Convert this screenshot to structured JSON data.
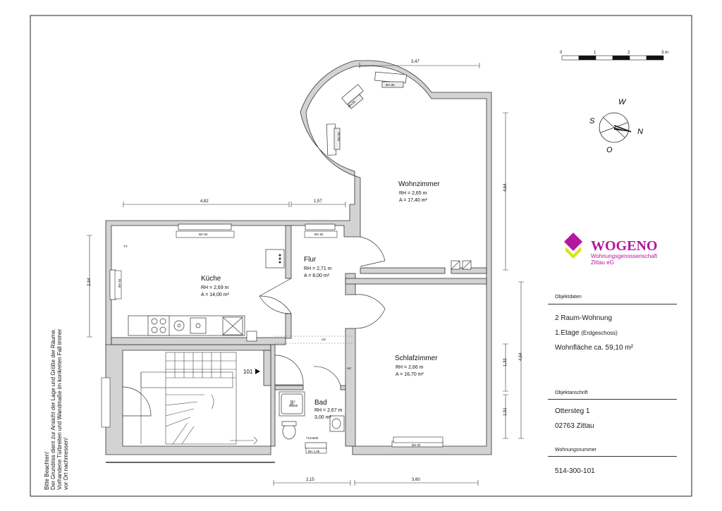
{
  "logo": {
    "brand": "WOGENO",
    "line1": "Wohnungsgenossenschaft",
    "line2": "Zittau eG",
    "primary_color": "#b5179e",
    "accent_color": "#d6e614"
  },
  "scale_bar": {
    "ticks": [
      "0",
      "1",
      "2",
      "3 m"
    ]
  },
  "compass": {
    "w": "W",
    "s": "S",
    "n": "N",
    "o": "O"
  },
  "rooms": {
    "wohnzimmer": {
      "name": "Wohnzimmer",
      "rh": "RH = 2,65 m",
      "area": "A = 17,40 m²"
    },
    "kueche": {
      "name": "Küche",
      "rh": "RH = 2,69 m",
      "area": "A = 14,00 m²"
    },
    "flur": {
      "name": "Flur",
      "rh": "RH = 2,71 m",
      "area": "A = 8,00 m²"
    },
    "schlafzimmer": {
      "name": "Schlafzimmer",
      "rh": "RH = 2,66 m",
      "area": "A = 16,70 m²"
    },
    "bad": {
      "name": "Bad",
      "rh": "RH = 2,67 m",
      "area": "3,00 m²"
    }
  },
  "dimensions": {
    "top_erker": "3,47",
    "top_kueche": "4,82",
    "top_flur": "1,57",
    "left_kueche": "2,94",
    "right_wohn": "4,64",
    "right_schlaf": "4,64",
    "right_schlaf_a": "1,32",
    "right_schlaf_b": "1,51",
    "bottom_bad": "2,15",
    "bottom_schlaf": "3,60"
  },
  "radiators": {
    "kueche_top": "BH 84",
    "flur_top": "BH 82",
    "kueche_left": "BH 84",
    "erker_1": "BH 83",
    "erker_2": "BH 85",
    "erker_3": "BH 85",
    "schlaf_bottom": "BH 82",
    "bad_bottom": "BH 1,06"
  },
  "fixtures": {
    "tv": "TV",
    "uz_1": "UZ",
    "uz_2": "UZ",
    "shower": "DU",
    "shower_size": "80x80",
    "window_size": "714x600",
    "unit_no": "101"
  },
  "note": {
    "line1": "Bitte Beachten!",
    "line2": "Der Grundriss dient zur Ansicht der Lage und Größe der Räume.",
    "line3": "Vorhandene Türbreiten und Wandmaße im konkreten Fall immer",
    "line4": "vor Ort nachmessen!"
  },
  "panel": {
    "objektdaten_label": "Objektdaten",
    "rooms": "2 Raum-Wohnung",
    "floor": "1.Etage",
    "floor_note": "(Erdgeschoss)",
    "area": "Wohnfläche ca. 59,10 m²",
    "address_label": "Objektanschrift",
    "street": "Ottersteg 1",
    "city": "02763 Zittau",
    "unit_label": "Wohnungsnummer",
    "unit_number": "514-300-101"
  }
}
